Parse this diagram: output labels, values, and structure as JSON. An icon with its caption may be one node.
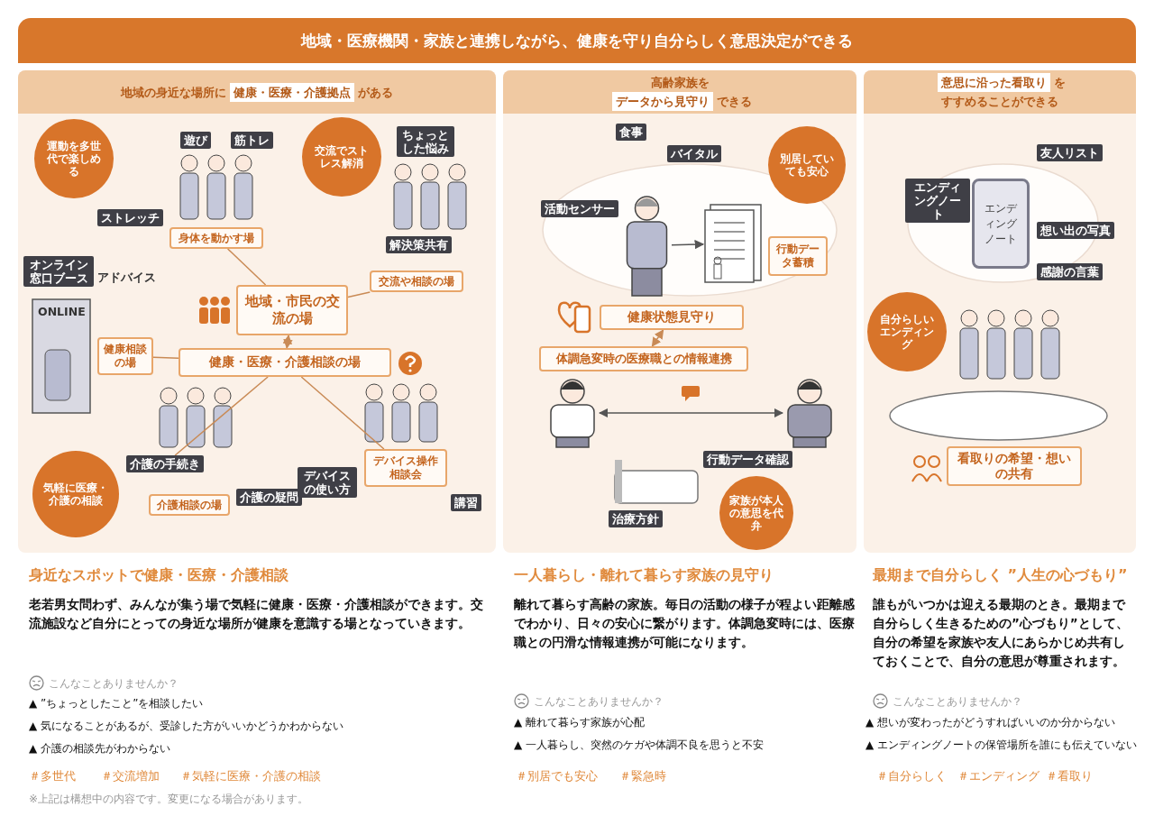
{
  "diagram": {
    "title": "地域・医療機関・家族と連携しながら、健康を守り自分らしく意思決定ができる",
    "nodes": [
      {
        "text": [
          "地域の身近な場所に",
          "健康・医療・介護拠点",
          "がある"
        ]
      },
      {
        "text": [
          "高齢家族を",
          "データから見守り",
          "できる"
        ]
      },
      {
        "text": [
          "意思に沿った看取り",
          "を",
          "すすめることができる"
        ]
      },
      {
        "text": [
          "運動を多世代で楽しめる"
        ],
        "in": 0
      },
      {
        "text": [
          "遊び"
        ],
        "in": 0
      },
      {
        "text": [
          "筋トレ"
        ],
        "in": 0
      },
      {
        "text": [
          "ストレッチ"
        ],
        "in": 0
      },
      {
        "text": [
          "交流でストレス解消"
        ],
        "in": 0
      },
      {
        "text": [
          "ちょっとした悩み"
        ],
        "in": 0
      },
      {
        "text": [
          "解決策共有"
        ],
        "in": 0
      },
      {
        "text": [
          "身体を動かす場"
        ],
        "in": 0
      },
      {
        "text": [
          "交流や相談の場"
        ],
        "in": 0
      },
      {
        "text": [
          "オンライン窓口ブース"
        ],
        "in": 0
      },
      {
        "text": [
          "地域・市民の交流の場"
        ],
        "in": 0
      },
      {
        "text": [
          "健康相談の場"
        ],
        "in": 0
      },
      {
        "text": [
          "健康・医療・介護相談の場"
        ],
        "in": 0
      },
      {
        "text": [
          "介護の手続き"
        ],
        "in": 0
      },
      {
        "text": [
          "気軽に医療・介護の相談"
        ],
        "in": 0
      },
      {
        "text": [
          "介護相談の場"
        ],
        "in": 0
      },
      {
        "text": [
          "介護の疑問"
        ],
        "in": 0
      },
      {
        "text": [
          "デバイスの使い方"
        ],
        "in": 0
      },
      {
        "text": [
          "デバイス操作相談会"
        ],
        "in": 0
      },
      {
        "text": [
          "講習"
        ],
        "in": 0
      },
      {
        "text": [
          "食事"
        ],
        "in": 1
      },
      {
        "text": [
          "バイタル"
        ],
        "in": 1
      },
      {
        "text": [
          "活動センサー"
        ],
        "in": 1
      },
      {
        "text": [
          "別居していても安心"
        ],
        "in": 1
      },
      {
        "text": [],
        "shape": "picture",
        "in": 1
      },
      {
        "text": [],
        "shape": "picture",
        "in": 1
      },
      {
        "text": [
          "行動データ蓄積"
        ],
        "in": 1
      },
      {
        "text": [
          "健康状態見守り"
        ],
        "in": 1
      },
      {
        "text": [
          "体調急変時の医療職との情報連携"
        ],
        "in": 1
      },
      {
        "text": [],
        "shape": "picture",
        "in": 1
      },
      {
        "text": [],
        "shape": "picture",
        "in": 1
      },
      {
        "text": [
          "行動データ確認"
        ],
        "in": 1
      },
      {
        "text": [
          "治療方針"
        ],
        "in": 1
      },
      {
        "text": [
          "家族が本人の意思を代弁"
        ],
        "in": 1
      },
      {
        "text": [
          "エンディングノート"
        ],
        "in": 2
      },
      {
        "text": [
          "エンディングノート"
        ],
        "in": 2
      },
      {
        "text": [
          "友人リスト"
        ],
        "in": 2
      },
      {
        "text": [
          "想い出の写真"
        ],
        "in": 2
      },
      {
        "text": [
          "感謝の言葉"
        ],
        "in": 2
      },
      {
        "text": [
          "自分らしいエンディング"
        ],
        "in": 2
      },
      {
        "text": [
          "看取りの希望・想いの共有"
        ],
        "in": 2
      }
    ],
    "edges": [
      {
        "from": 10,
        "to": 13,
        "arrow": "none"
      },
      {
        "from": 11,
        "to": 13,
        "arrow": "none"
      },
      {
        "from": 14,
        "to": 15,
        "arrow": "none"
      },
      {
        "from": 13,
        "to": 15,
        "arrow": "both"
      },
      {
        "from": 15,
        "to": 16,
        "arrow": "none"
      },
      {
        "from": 15,
        "to": 21,
        "arrow": "none"
      },
      {
        "from": 27,
        "to": 28,
        "arrow": "to",
        "color": "#555555"
      },
      {
        "from": 30,
        "to": 31,
        "arrow": "both"
      },
      {
        "from": 32,
        "to": 33,
        "arrow": "both",
        "color": "#555555"
      }
    ],
    "labels": [
      "身近なスポットで健康・医療・介護相談",
      "老若男女問わず、みんなが集う場で気軽に健康・医療・介護相談ができます。交流施設など自分にとっての身近な場所が健康を意識する場となっていきます。",
      "こんなことありませんか？",
      "▲ ”ちょっとしたこと”を相談したい",
      "▲ 気になることがあるが、受診した方がいいかどうかわからない",
      "▲ 介護の相談先がわからない",
      "＃多世代",
      "＃交流増加",
      "＃気軽に医療・介護の相談",
      "一人暮らし・離れて暮らす家族の見守り",
      "離れて暮らす高齢の家族。毎日の活動の様子が程よい距離感でわかり、日々の安心に繋がります。体調急変時には、医療職との円滑な情報連携が可能になります。",
      "こんなことありませんか？",
      "▲ 離れて暮らす家族が心配",
      "▲ 一人暮らし、突然のケガや体調不良を思うと不安",
      "＃別居でも安心",
      "＃緊急時",
      "最期まで自分らしく ”人生の心づもり”",
      "誰もがいつかは迎える最期のとき。最期まで自分らしく生きるための”心づもり”として、自分の希望を家族や友人にあらかじめ共有しておくことで、自分の意思が尊重されます。",
      "こんなことありませんか？",
      "▲ 想いが変わったがどうすればいいのか分からない",
      "▲ エンディングノートの保管場所を誰にも伝えていない",
      "＃自分らしく",
      "＃エンディング",
      "＃看取り",
      "※上記は構想中の内容です。変更になる場合があります。",
      "アドバイス",
      "ONLINE"
    ]
  }
}
